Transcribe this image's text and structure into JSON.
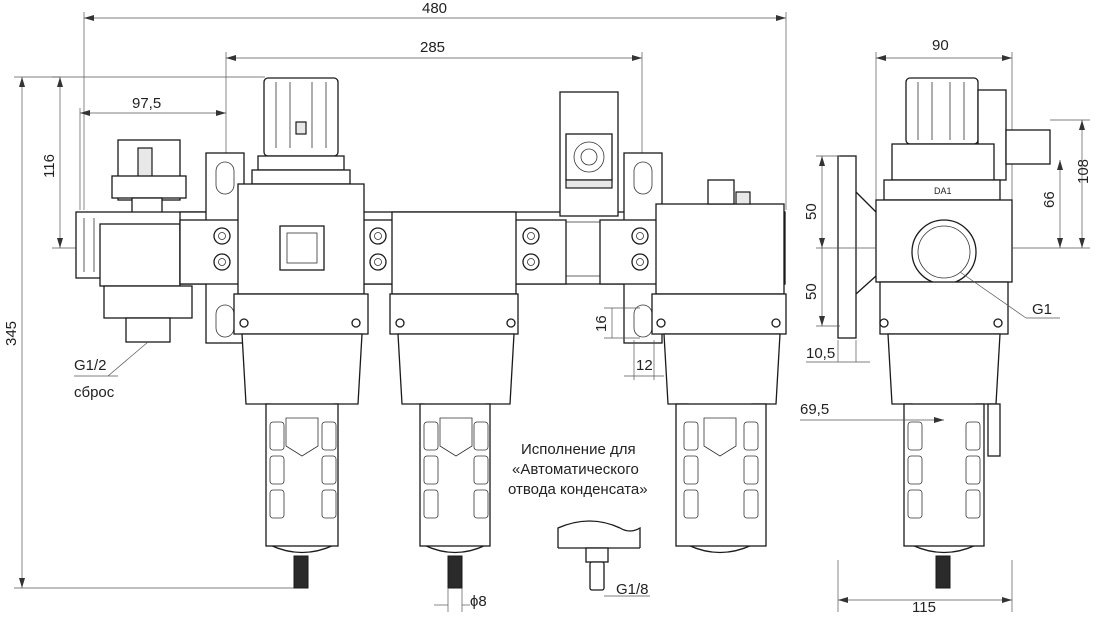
{
  "dimensions": {
    "total_width": "480",
    "center_span": "285",
    "side_width": "90",
    "exhaust_offset": "97,5",
    "top_height": "116",
    "total_height": "345",
    "right_height": "108",
    "right_upper": "66",
    "flange_upper": "50",
    "flange_lower": "50",
    "hole_height": "16",
    "hole_width": "12",
    "flange_thickness": "10,5",
    "side_offset": "69,5",
    "bottom_width": "115",
    "tube_diameter": "ϕ8",
    "port_label": "G1",
    "exhaust_port": "G1/2",
    "exhaust_label": "сброс",
    "auto_drain_port": "G1/8"
  },
  "note": {
    "line1": "Исполнение для",
    "line2": "«Автоматического",
    "line3": "отвода конденсата»"
  },
  "side_label": "DA1"
}
